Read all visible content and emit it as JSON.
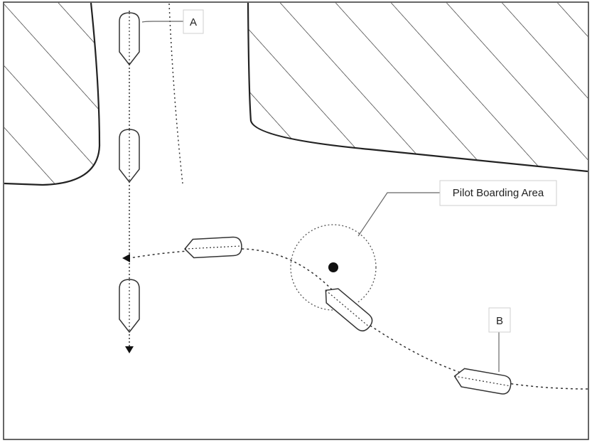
{
  "labels": {
    "vessel_a": "A",
    "vessel_b": "B",
    "boarding_area": "Pilot Boarding Area"
  },
  "colors": {
    "line": "#222222",
    "frame": "#333333",
    "leader": "#666666",
    "box_border": "#cfcfcf",
    "background": "#ffffff"
  },
  "icons": {
    "end_arrow": "triangle-arrowhead",
    "boarding_point": "filled-dot",
    "vessel": "ship-hull-outline",
    "land": "hatched-land"
  }
}
